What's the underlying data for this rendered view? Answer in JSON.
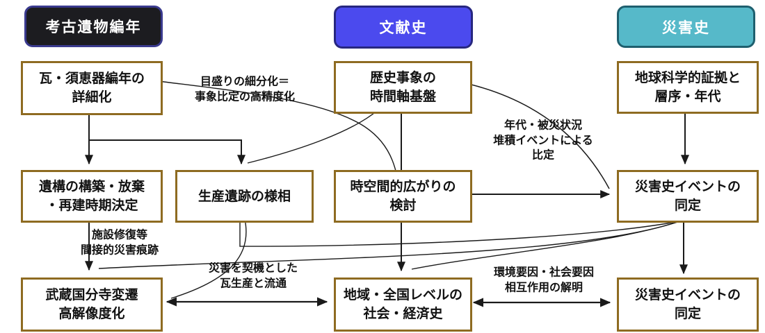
{
  "diagram": {
    "title_note": "research framework flow diagram",
    "headers": [
      {
        "id": "archaeology",
        "label": "考古遺物編年"
      },
      {
        "id": "documentary",
        "label": "文献史"
      },
      {
        "id": "disaster",
        "label": "災害史"
      }
    ],
    "boxes": [
      {
        "id": "kawara-sueki",
        "lines": [
          "瓦・須恵器編年の",
          "詳細化"
        ]
      },
      {
        "id": "rekishi-jisho",
        "lines": [
          "歴史事象の",
          "時間軸基盤"
        ]
      },
      {
        "id": "chikyu-kagaku",
        "lines": [
          "地球科学的証拠と",
          "層序・年代"
        ]
      },
      {
        "id": "iko-kochiku",
        "lines": [
          "遺構の構築・放棄",
          "・再建時期決定"
        ]
      },
      {
        "id": "seisan-iseki",
        "lines": [
          "生産遺跡の様相"
        ]
      },
      {
        "id": "jikukan-hirogari",
        "lines": [
          "時空間的広がりの",
          "検討"
        ]
      },
      {
        "id": "saigai-event-mid",
        "lines": [
          "災害史イベントの",
          "同定"
        ]
      },
      {
        "id": "musashi-kokubunji",
        "lines": [
          "武蔵国分寺変遷",
          "高解像度化"
        ]
      },
      {
        "id": "chiiki-zenkoku",
        "lines": [
          "地域・全国レベルの",
          "社会・経済史"
        ]
      },
      {
        "id": "saigai-event-btm",
        "lines": [
          "災害史イベントの",
          "同定"
        ]
      }
    ],
    "edge_labels": [
      {
        "id": "memori",
        "lines": [
          "目盛りの細分化＝",
          "事象比定の高精度化"
        ]
      },
      {
        "id": "nendai",
        "lines": [
          "年代・被災状況",
          "堆積イベントによる",
          "比定"
        ]
      },
      {
        "id": "shisetsu",
        "lines": [
          "施設修復等",
          "間接的災害痕跡"
        ]
      },
      {
        "id": "saigai",
        "lines": [
          "災害を契機とした",
          "瓦生産と流通"
        ]
      },
      {
        "id": "kankyo",
        "lines": [
          "環境要因・社会要因",
          "相互作用の解明"
        ]
      }
    ],
    "edges": [
      {
        "from": "kawara-sueki",
        "to": "iko-kochiku",
        "style": "arrow"
      },
      {
        "from": "kawara-sueki",
        "to": "seisan-iseki",
        "style": "arrow"
      },
      {
        "from": "kawara-sueki",
        "to": "jikukan-hirogari",
        "style": "curve",
        "label": "目盛りの細分化＝事象比定の高精度化"
      },
      {
        "from": "rekishi-jisho",
        "to": "jikukan-hirogari",
        "style": "arrow"
      },
      {
        "from": "rekishi-jisho",
        "to": "seisan-iseki",
        "style": "curve"
      },
      {
        "from": "rekishi-jisho",
        "to": "saigai-event-mid",
        "style": "curve",
        "label": "年代・被災状況 堆積イベントによる比定"
      },
      {
        "from": "jikukan-hirogari",
        "to": "saigai-event-mid",
        "style": "arrow"
      },
      {
        "from": "chikyu-kagaku",
        "to": "saigai-event-mid",
        "style": "arrow"
      },
      {
        "from": "iko-kochiku",
        "to": "musashi-kokubunji",
        "style": "arrow",
        "label": "施設修復等 間接的災害痕跡"
      },
      {
        "from": "saigai-event-mid",
        "to": "saigai-event-btm",
        "style": "arrow"
      },
      {
        "from": "jikukan-hirogari",
        "to": "chiiki-zenkoku",
        "style": "arrow"
      },
      {
        "from": "saigai-event-mid",
        "to": "chiiki-zenkoku",
        "style": "curve"
      },
      {
        "from": "saigai-event-mid",
        "to": "musashi-kokubunji",
        "style": "curve"
      },
      {
        "from": "seisan-iseki",
        "to": "saigai-event-mid",
        "style": "curve"
      },
      {
        "from": "seisan-iseki",
        "to": "musashi-kokubunji",
        "style": "curve",
        "label": "災害を契機とした瓦生産と流通"
      },
      {
        "from": "musashi-kokubunji",
        "to": "chiiki-zenkoku",
        "style": "double-arrow"
      },
      {
        "from": "chiiki-zenkoku",
        "to": "saigai-event-btm",
        "style": "double-arrow",
        "label": "環境要因・社会要因 相互作用の解明"
      }
    ],
    "colors": {
      "archaeology_bg": "#1c1c20",
      "archaeology_border": "#3a3a8e",
      "documentary_bg": "#4b4aee",
      "documentary_border": "#27277f",
      "disaster_bg": "#56b9c9",
      "disaster_border": "#1e5f6e",
      "box_border": "#8e6b21",
      "arrow": "#1a1a1a",
      "text": "#111111"
    }
  }
}
